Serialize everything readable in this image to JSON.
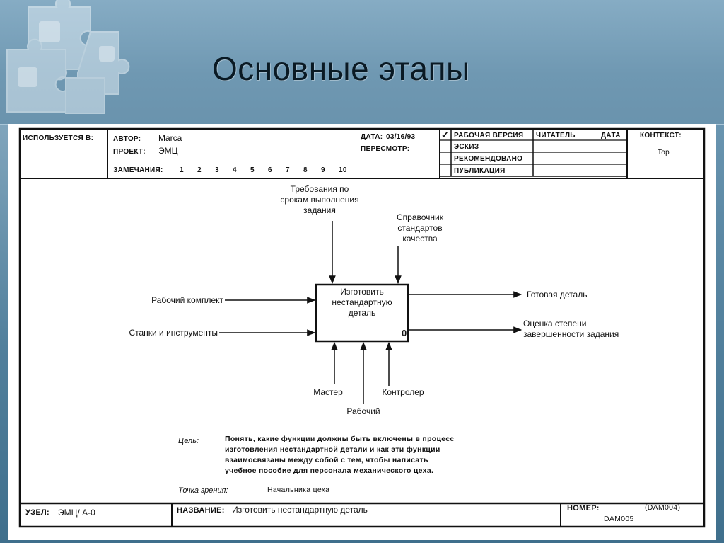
{
  "slide": {
    "title": "Основные этапы"
  },
  "form_header": {
    "used_at_label": "ИСПОЛЬЗУЕТСЯ В:",
    "author_label": "АВТОР:",
    "author_value": "Marca",
    "project_label": "ПРОЕКТ:",
    "project_value": "ЭМЦ",
    "notes_label": "ЗАМЕЧАНИЯ:",
    "notes_numbers": [
      "1",
      "2",
      "3",
      "4",
      "5",
      "6",
      "7",
      "8",
      "9",
      "10"
    ],
    "date_label": "ДАТА:",
    "date_value": "03/16/93",
    "revision_label": "ПЕРЕСМОТР:",
    "check_mark": "✓",
    "status_rows": [
      "РАБОЧАЯ ВЕРСИЯ",
      "ЭСКИЗ",
      "РЕКОМЕНДОВАНО",
      "ПУБЛИКАЦИЯ"
    ],
    "reader_label": "ЧИТАТЕЛЬ",
    "reader_date_label": "ДАТА",
    "context_label": "КОНТЕКСТ:",
    "context_value": "Top"
  },
  "diagram": {
    "box_title_lines": [
      "Изготовить",
      "нестандартную",
      "деталь"
    ],
    "box_number": "0",
    "controls": [
      {
        "lines": [
          "Требования по",
          "срокам выполнения",
          "задания"
        ]
      },
      {
        "lines": [
          "Справочник",
          "стандартов",
          "качества"
        ]
      }
    ],
    "inputs": [
      {
        "label": "Рабочий комплект"
      },
      {
        "label": "Станки и инструменты"
      }
    ],
    "outputs": [
      {
        "lines": [
          "Готовая деталь"
        ]
      },
      {
        "lines": [
          "Оценка степени",
          "завершенности задания"
        ]
      }
    ],
    "mechanisms": [
      {
        "label": "Мастер"
      },
      {
        "label": "Рабочий"
      },
      {
        "label": "Контролер"
      }
    ]
  },
  "purpose": {
    "label": "Цель:",
    "lines": [
      "Понять, какие функции должны быть включены в процесс",
      "изготовления нестандартной детали и как эти функции",
      "взаимосвязаны между собой с тем, чтобы написать",
      "учебное пособие для персонала механического цеха."
    ],
    "viewpoint_label": "Точка зрения:",
    "viewpoint_value": "Начальника цеха"
  },
  "footer": {
    "node_label": "УЗЕЛ:",
    "node_value": "ЭМЦ/ А-0",
    "name_label": "НАЗВАНИЕ:",
    "name_value": "Изготовить нестандартную деталь",
    "number_label": "НОМЕР:",
    "number_value_1": "(DAM004)",
    "number_value_2": "DAM005"
  }
}
